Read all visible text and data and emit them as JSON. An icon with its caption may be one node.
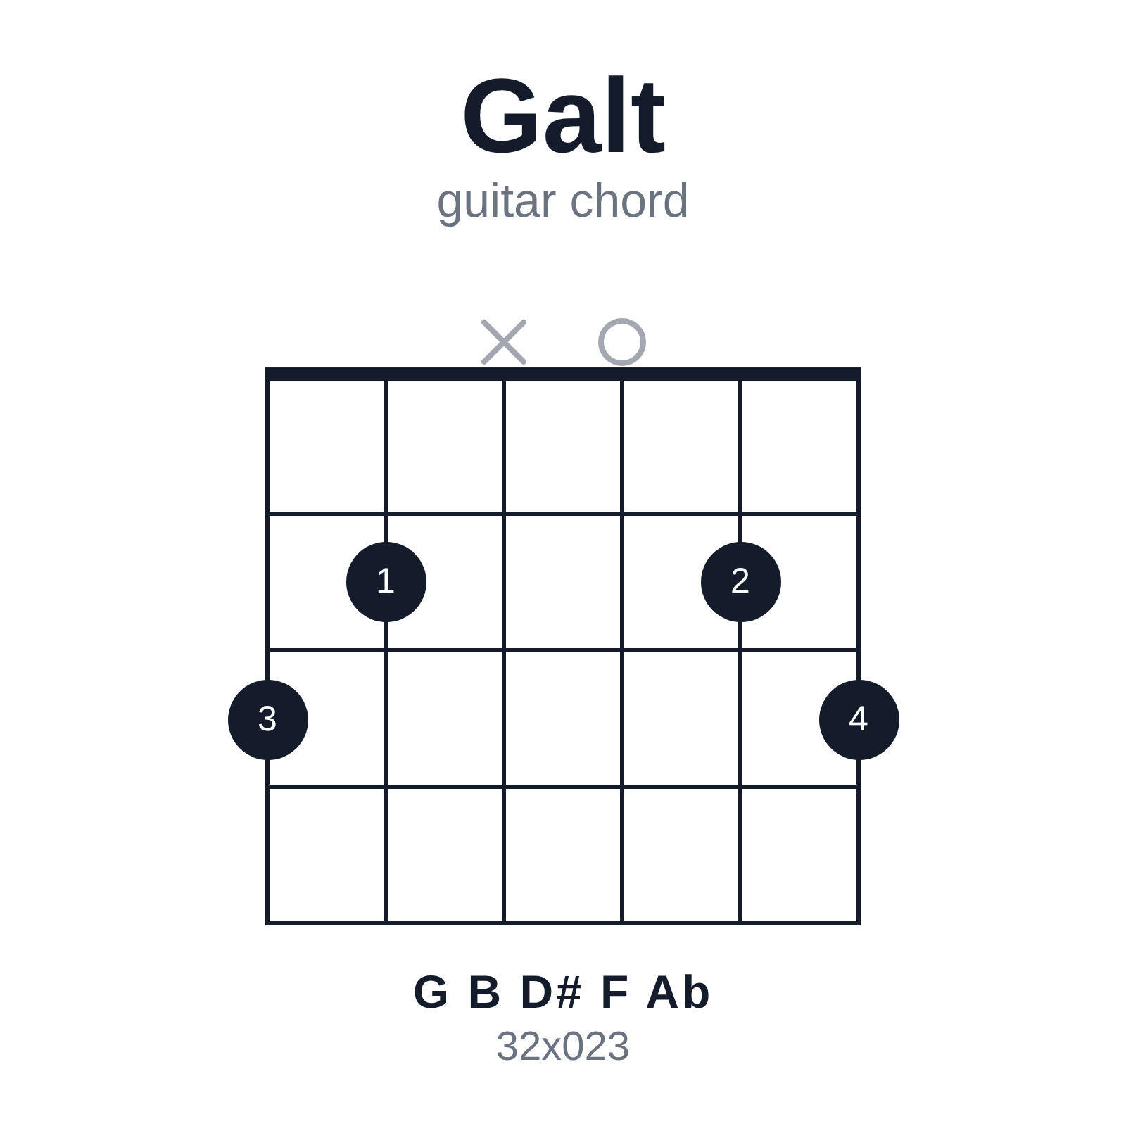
{
  "diagram": {
    "title": "Galt",
    "nodes": [
      {
        "text": [
          "1"
        ]
      },
      {
        "text": [
          "2"
        ]
      },
      {
        "text": [
          "3"
        ]
      },
      {
        "text": [
          "4"
        ]
      }
    ],
    "labels": [
      "guitar chord",
      "G B D# F Ab",
      "32x023"
    ]
  }
}
